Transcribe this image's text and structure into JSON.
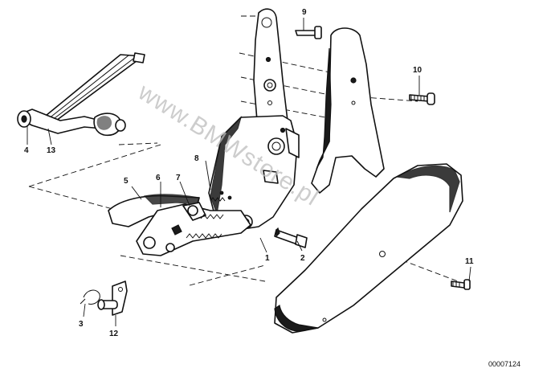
{
  "callouts": {
    "c1": "1",
    "c2": "2",
    "c3": "3",
    "c4": "4",
    "c5": "5",
    "c6": "6",
    "c7": "7",
    "c8": "8",
    "c9": "9",
    "c10": "10",
    "c11": "11",
    "c12": "12",
    "c13": "13"
  },
  "watermark": "www.BMWstore.pl",
  "part_number": "00007124"
}
